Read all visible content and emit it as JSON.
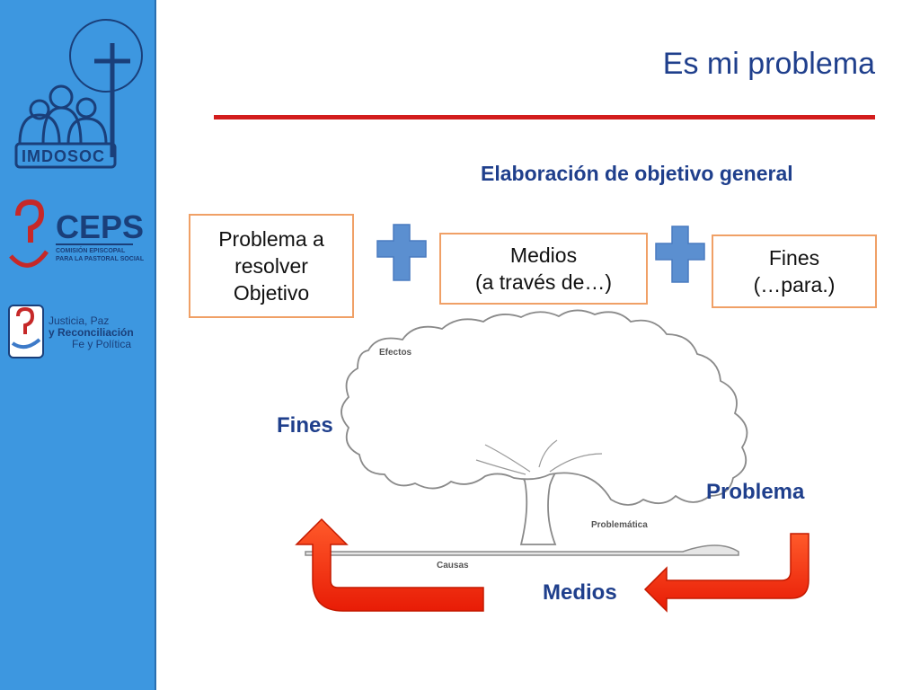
{
  "slide": {
    "title": "Es mi problema",
    "subtitle": "Elaboración de objetivo general"
  },
  "logos": {
    "imdosoc": "IMDOSOC",
    "ceps": {
      "name": "CEPS",
      "line1": "COMISIÓN EPISCOPAL",
      "line2": "PARA LA PASTORAL SOCIAL"
    },
    "justicia": {
      "line1": "Justicia, Paz",
      "line2": "y Reconciliación",
      "line3": "Fe y Política"
    }
  },
  "formula": {
    "box1": [
      "Problema a",
      "resolver",
      "Objetivo"
    ],
    "box2": [
      "Medios",
      "(a través de…)"
    ],
    "box3": [
      "Fines",
      "(…para.)"
    ]
  },
  "tree": {
    "efectos": "Efectos",
    "problematica": "Problemática",
    "causas": "Causas"
  },
  "labels": {
    "fines": "Fines",
    "problema": "Problema",
    "medios": "Medios"
  },
  "colors": {
    "sidebar": "#3d97e0",
    "title": "#1f3f8c",
    "rule": "#d31d1d",
    "box_border": "#f0a066",
    "plus": "#5b8fd0",
    "arrow": "#f03010"
  }
}
